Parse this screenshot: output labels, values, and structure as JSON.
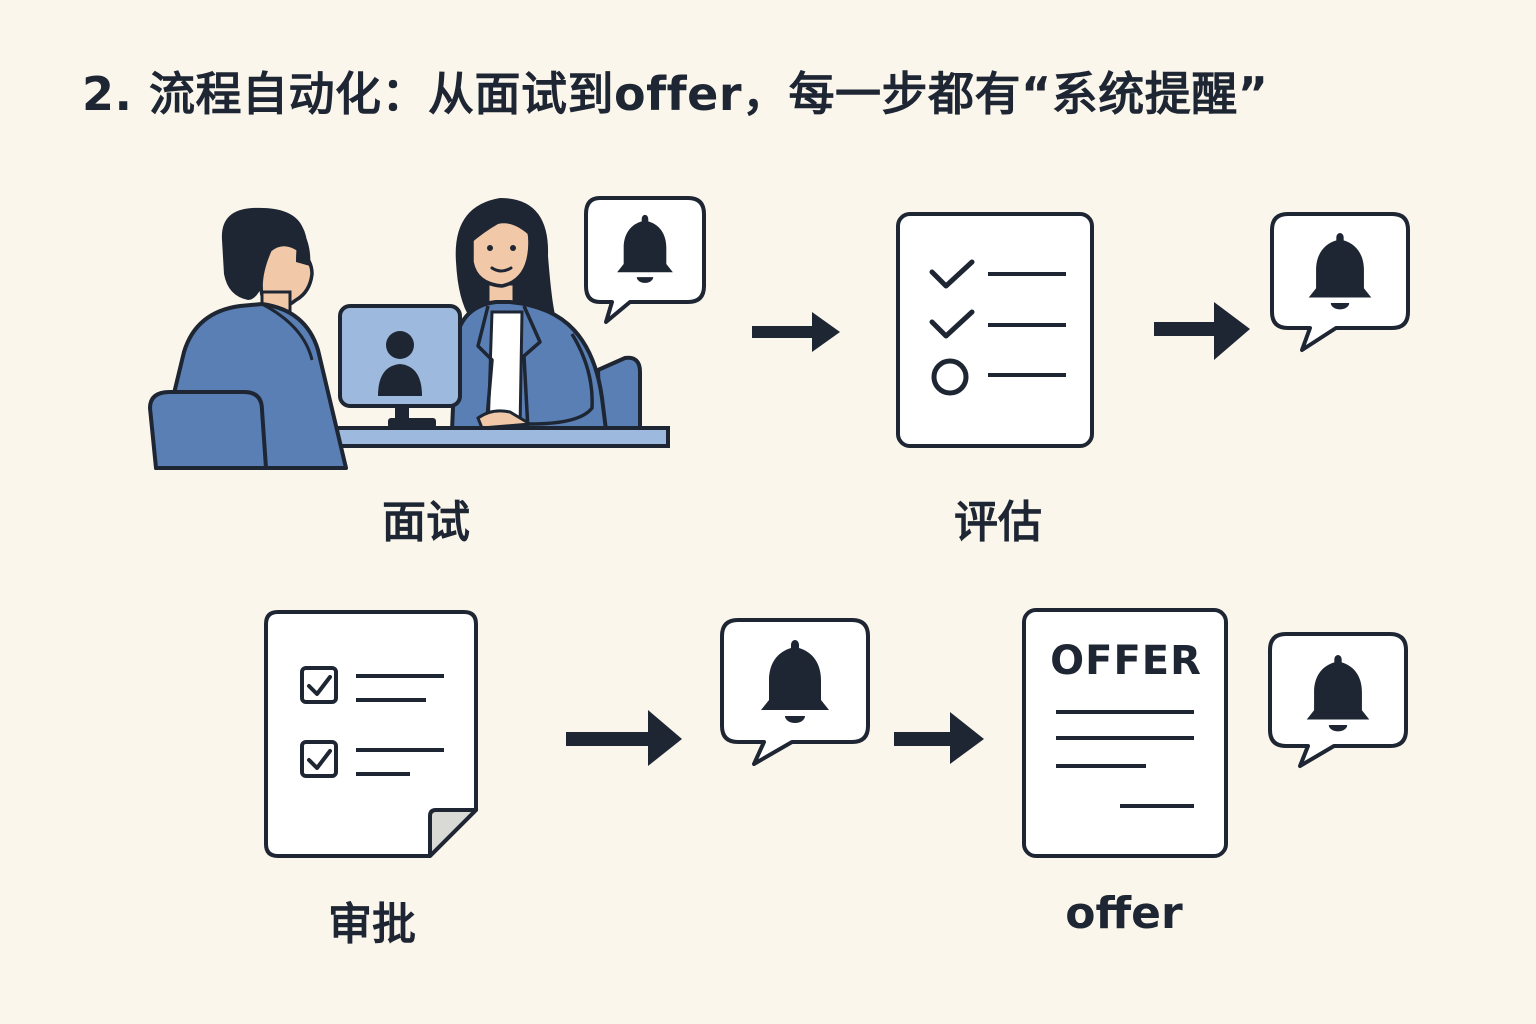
{
  "title": "2. 流程自动化：从面试到offer，每一步都有“系统提醒”",
  "steps": [
    {
      "label": "面试"
    },
    {
      "label": "评估"
    },
    {
      "label": "审批"
    },
    {
      "label": "offer"
    }
  ],
  "offer_document": {
    "heading": "OFFER"
  },
  "icons": {
    "bell": "bell-icon",
    "arrow": "arrow-right-icon",
    "checklist": "checklist-icon",
    "approval": "approval-document-icon",
    "offer": "offer-document-icon"
  },
  "colors": {
    "background": "#FBF6EC",
    "ink": "#1E2633",
    "suit_blue": "#5A7FB5",
    "screen_blue": "#9DB9DE",
    "skin": "#F2C9A8"
  }
}
